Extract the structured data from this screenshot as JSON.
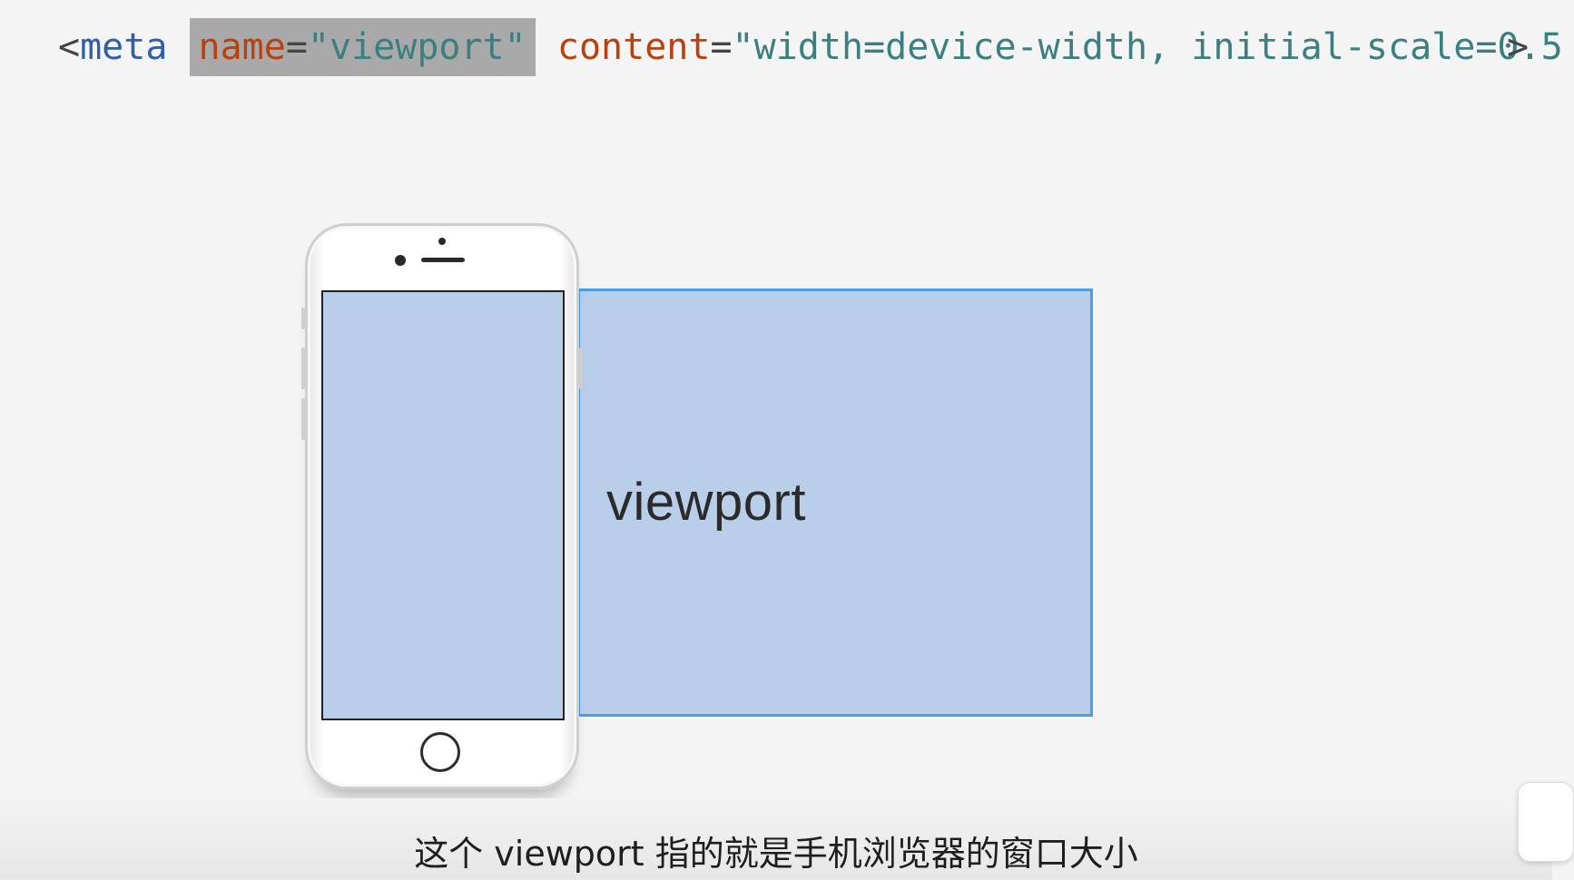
{
  "code": {
    "open_bracket": "<",
    "tag": "meta",
    "attr1_name": "name",
    "attr1_eq": "=",
    "attr1_value": "\"viewport\"",
    "attr2_name": "content",
    "attr2_eq": "=",
    "attr2_value": "\"width=device-width, initial-scale=0.5",
    "close_bracket": ">"
  },
  "diagram": {
    "viewport_label": "viewport"
  },
  "subtitle": "这个 viewport 指的就是手机浏览器的窗口大小",
  "colors": {
    "background": "#f4f4f4",
    "viewport_fill": "#b9cfe9",
    "viewport_border": "#4a9fe2",
    "highlight": "#a9a9a9",
    "tag_color": "#2f5fa7",
    "attr_color": "#b8420f",
    "string_color": "#3b7f80"
  },
  "icons": [
    "phone-illustration",
    "home-button-icon",
    "camera-icon"
  ]
}
